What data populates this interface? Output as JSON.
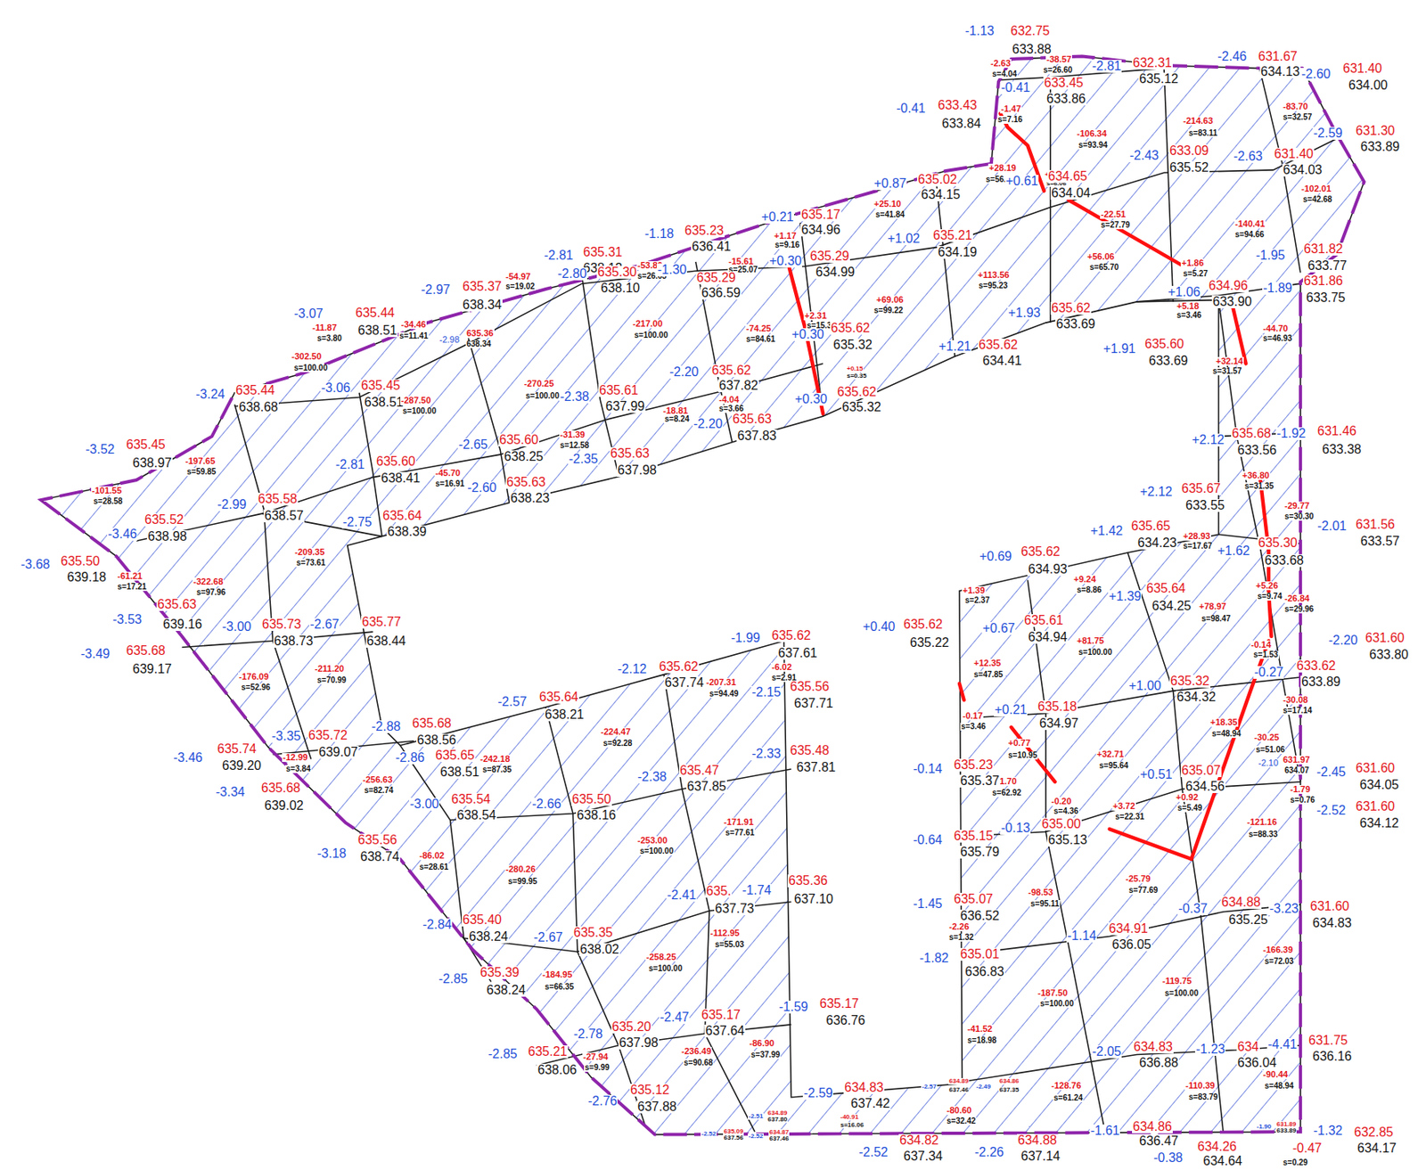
{
  "diagram": {
    "labels": [
      "-1.13",
      "632.75",
      "633.88",
      "-2.63",
      "s=4.04",
      "-38.57",
      "s=26.60",
      "-0.41",
      "633.45",
      "633.86",
      "-2.81",
      "632.31",
      "635.12",
      "-2.46",
      "631.67",
      "634.13",
      "-2.60",
      "631.40",
      "634.00",
      "-0.41",
      "633.43",
      "633.84",
      "-1.47",
      "s=7.16",
      "-106.34",
      "s=93.94",
      "-214.63",
      "s=83.11",
      "-83.70",
      "s=32.57",
      "-2.59",
      "631.30",
      "633.89",
      "+28.19",
      "s=56.15",
      "+1.23",
      "s=6.06",
      "-2.43",
      "633.09",
      "635.52",
      "-2.63",
      "631.40",
      "634.03",
      "+0.61",
      "634.65",
      "634.04",
      "-102.01",
      "s=42.68",
      "+0.87",
      "635.02",
      "634.15",
      "+25.10",
      "s=41.84",
      "-22.51",
      "s=27.79",
      "-140.41",
      "s=94.66",
      "+0.21",
      "635.17",
      "634.96",
      "-1.18",
      "635.23",
      "636.41",
      "+1.17",
      "s=9.16",
      "+1.02",
      "635.21",
      "634.19",
      "-1.95",
      "631.82",
      "633.77",
      "+1.86",
      "s=5.27",
      "-2.81",
      "635.31",
      "638.12",
      "-53.86",
      "s=26.63",
      "-15.61",
      "s=25.07",
      "+0.30",
      "635.29",
      "634.99",
      "-2.80",
      "635.30",
      "-1.30",
      "635.29",
      "638.10",
      "636.59",
      "+113.56",
      "s=95.23",
      "+56.06",
      "s=65.70",
      "-54.97",
      "s=19.02",
      "-2.97",
      "635.37",
      "638.34",
      "+1.06",
      "634.96",
      "633.90",
      "-1.89",
      "631.86",
      "633.75",
      "+5.18",
      "s=3.46",
      "+69.06",
      "s=99.22",
      "+1.93",
      "635.62",
      "633.69",
      "-3.07",
      "635.44",
      "638.51",
      "-34.46",
      "s=11.41",
      "-2.98",
      "635.36",
      "638.34",
      "-11.87",
      "s=3.80",
      "-217.00",
      "s=100.00",
      "+2.31",
      "s=15.39",
      "-74.25",
      "s=84.61",
      "+0.30",
      "635.62",
      "635.32",
      "+1.21",
      "635.62",
      "634.41",
      "+1.91",
      "635.60",
      "633.69",
      "+32.14",
      "s=31.57",
      "-44.70",
      "s=46.93",
      "-3.24",
      "635.44",
      "638.68",
      "-3.06",
      "635.45",
      "638.51",
      "-302.50",
      "s=100.00",
      "-287.50",
      "s=100.00",
      "-270.25",
      "s=100.00",
      "-2.20",
      "635.62",
      "637.82",
      "-2.38",
      "635.61",
      "637.99",
      "-4.04",
      "s=3.66",
      "+0.15",
      "s=0.35",
      "+0.30",
      "635.62",
      "635.32",
      "-2.20",
      "635.63",
      "637.83",
      "-18.81",
      "s=8.24",
      "-2.65",
      "635.60",
      "638.25",
      "-31.39",
      "s=12.58",
      "-2.35",
      "635.63",
      "637.98",
      "-2.81",
      "635.60",
      "638.41",
      "-45.70",
      "s=16.91",
      "-2.60",
      "635.63",
      "638.23",
      "-3.52",
      "635.45",
      "638.97",
      "-197.65",
      "s=59.85",
      "-101.55",
      "s=28.58",
      "-2.99",
      "635.58",
      "638.57",
      "-2.75",
      "635.64",
      "638.39",
      "-3.46",
      "635.52",
      "638.98",
      "-3.68",
      "635.50",
      "639.18",
      "-61.21",
      "s=17.21",
      "-322.68",
      "s=97.96",
      "-209.35",
      "s=73.61",
      "-3.53",
      "635.63",
      "639.16",
      "-3.00",
      "635.73",
      "-2.67",
      "635.77",
      "638.73",
      "638.44",
      "-3.49",
      "635.68",
      "639.17",
      "-176.09",
      "s=52.96",
      "-211.20",
      "s=70.99",
      "-3.46",
      "635.74",
      "639.20",
      "-3.35",
      "635.72",
      "-2.88",
      "635.68",
      "639.07",
      "638.56",
      "-12.99",
      "s=3.84",
      "-2.86",
      "635.65",
      "638.51",
      "-3.34",
      "635.68",
      "639.02",
      "-256.63",
      "s=82.74",
      "-3.18",
      "635.56",
      "638.74",
      "-3.00",
      "635.54",
      "638.54",
      "-2.57",
      "635.64",
      "638.21",
      "-2.12",
      "635.62",
      "637.74",
      "-1.99",
      "635.62",
      "637.61",
      "-6.02",
      "s=2.91",
      "-207.31",
      "s=94.49",
      "-2.15",
      "635.56",
      "637.71",
      "-224.47",
      "s=92.28",
      "-242.18",
      "s=87.35",
      "-2.38",
      "635.47",
      "637.85",
      "-2.33",
      "635.48",
      "637.81",
      "-2.66",
      "635.50",
      "638.16",
      "-171.91",
      "s=77.61",
      "-253.00",
      "s=100.00",
      "-86.02",
      "s=28.61",
      "-280.26",
      "s=99.95",
      "-2.41",
      "635.",
      "-1.74",
      "635.36",
      "637.73",
      "637.10",
      "-2.84",
      "635.40",
      "638.24",
      "-2.67",
      "635.35",
      "638.02",
      "-112.95",
      "s=55.03",
      "-258.25",
      "s=100.00",
      "-2.85",
      "635.39",
      "638.24",
      "-184.95",
      "s=66.35",
      "-2.47",
      "635.17",
      "637.64",
      "-1.59",
      "635.17",
      "636.76",
      "-2.85",
      "635.21",
      "-2.78",
      "635.20",
      "637.98",
      "638.06",
      "-27.94",
      "s=9.99",
      "-236.49",
      "s=90.68",
      "-86.90",
      "s=37.99",
      "-2.76",
      "635.12",
      "637.88",
      "-2.59",
      "634.83",
      "637.42",
      "-40.91",
      "s=16.06",
      "-2.52",
      "634.82",
      "637.34",
      "-2.52",
      "635.09",
      "637.56",
      "-2.51",
      "634.89",
      "637.80",
      "-2.52",
      "634.87",
      "637.46",
      "-2.57",
      "634.89",
      "637.46",
      "-2.49",
      "634.86",
      "637.35",
      "-80.60",
      "s=32.42",
      "-2.26",
      "634.88",
      "637.14",
      "-1.61",
      "634.86",
      "636.47",
      "-0.38",
      "634.26",
      "634.64",
      "-0.47",
      "s=0.29",
      "-1.32",
      "632.85",
      "634.17",
      "-1.90",
      "631.89",
      "633.89",
      "-128.76",
      "s=61.24",
      "-110.39",
      "s=83.79",
      "-90.44",
      "s=48.94",
      "-2.05",
      "634.83",
      "636.88",
      "-1.23",
      "634",
      "-4.41",
      "631.75",
      "636.04",
      "636.16",
      "-119.75",
      "s=100.00",
      "-187.50",
      "s=100.00",
      "-166.39",
      "s=72.03",
      "-41.52",
      "s=18.98",
      "-1.82",
      "635.01",
      "636.83",
      "-1.14",
      "634.91",
      "636.05",
      "-0.37",
      "634.88",
      "635.25",
      "-3.23",
      "631.60",
      "634.83",
      "-2.26",
      "s=1.32",
      "-1.45",
      "635.07",
      "636.52",
      "-98.53",
      "s=95.11",
      "-25.79",
      "s=77.69",
      "-121.16",
      "s=88.33",
      "-0.64",
      "635.15",
      "635.79",
      "-0.13",
      "635.00",
      "635.13",
      "-0.20",
      "s=4.36",
      "+3.72",
      "s=22.31",
      "+0.92",
      "s=5.49",
      "-11.70",
      "s=62.92",
      "+32.71",
      "s=95.64",
      "+0.51",
      "635.07",
      "634.56",
      "-2.10",
      "631.97",
      "634.07",
      "-2.45",
      "631.60",
      "634.05",
      "-1.79",
      "s=0.76",
      "-2.52",
      "631.60",
      "634.12",
      "-0.14",
      "635.23",
      "635.37",
      "+0.77",
      "s=10.95",
      "-0.17",
      "s=3.46",
      "+0.21",
      "635.18",
      "634.97",
      "+1.00",
      "635.32",
      "634.32",
      "+18.35",
      "s=48.94",
      "-30.25",
      "s=51.06",
      "-30.08",
      "s=17.14",
      "-0.27",
      "633.62",
      "633.89",
      "-0.14",
      "s=1.53",
      "-2.20",
      "631.60",
      "633.80",
      "+12.35",
      "s=47.85",
      "+0.40",
      "635.62",
      "635.22",
      "+0.67",
      "635.61",
      "634.94",
      "+81.75",
      "s=100.00",
      "+78.97",
      "s=98.47",
      "+1.39",
      "s=2.37",
      "+0.69",
      "635.62",
      "634.93",
      "+9.24",
      "s=8.86",
      "+1.39",
      "635.64",
      "634.25",
      "+1.42",
      "635.65",
      "634.23",
      "+28.93",
      "s=17.67",
      "+1.62",
      "635.30",
      "633.68",
      "-2.01",
      "631.56",
      "633.57",
      "+5.26",
      "s=9.74",
      "-26.84",
      "s=29.96",
      "-29.77",
      "s=30.30",
      "+36.80",
      "s=31.35",
      "+2.12",
      "635.67",
      "633.55",
      "+2.12",
      "635.68",
      "-1.92",
      "631.46",
      "633.56",
      "633.38"
    ]
  }
}
